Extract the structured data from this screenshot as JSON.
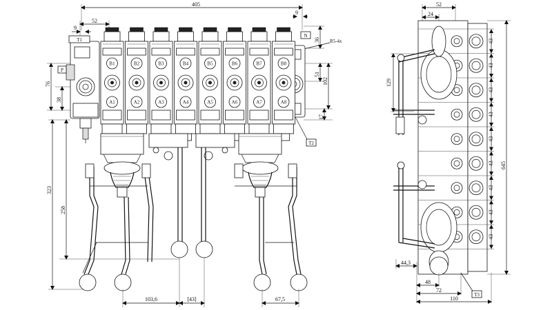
{
  "front_view": {
    "overall_width": "405",
    "dim_52_top": "52",
    "dim_9_left": "9",
    "dim_9_right": "9",
    "dim_36": "36",
    "dim_76": "76",
    "dim_38": "38",
    "dim_51": "51",
    "dim_102": "102",
    "dim_17": "17",
    "dim_323": "323",
    "dim_258": "258",
    "dim_103_6": "103,6",
    "dim_43": "[43]",
    "dim_67_5": "67,5",
    "thread_callout": "R5-4x",
    "port_T1": "T1",
    "port_P": "P",
    "port_N": "N",
    "port_T2": "T2",
    "ports_B": [
      "B1",
      "B2",
      "B3",
      "B4",
      "B5",
      "B6",
      "B7",
      "B8"
    ],
    "ports_A": [
      "A1",
      "A2",
      "A3",
      "A4",
      "A5",
      "A6",
      "A7",
      "A8"
    ]
  },
  "side_view": {
    "dim_52": "52",
    "dim_24": "24",
    "dim_129": "129",
    "dim_645": "645",
    "pitch_43": [
      "43",
      "43",
      "43",
      "43",
      "43",
      "43",
      "43",
      "43",
      "43"
    ],
    "dim_44_3": "44,3",
    "dim_48": "48",
    "dim_72": "72",
    "dim_110": "110",
    "port_T3": "T3"
  }
}
